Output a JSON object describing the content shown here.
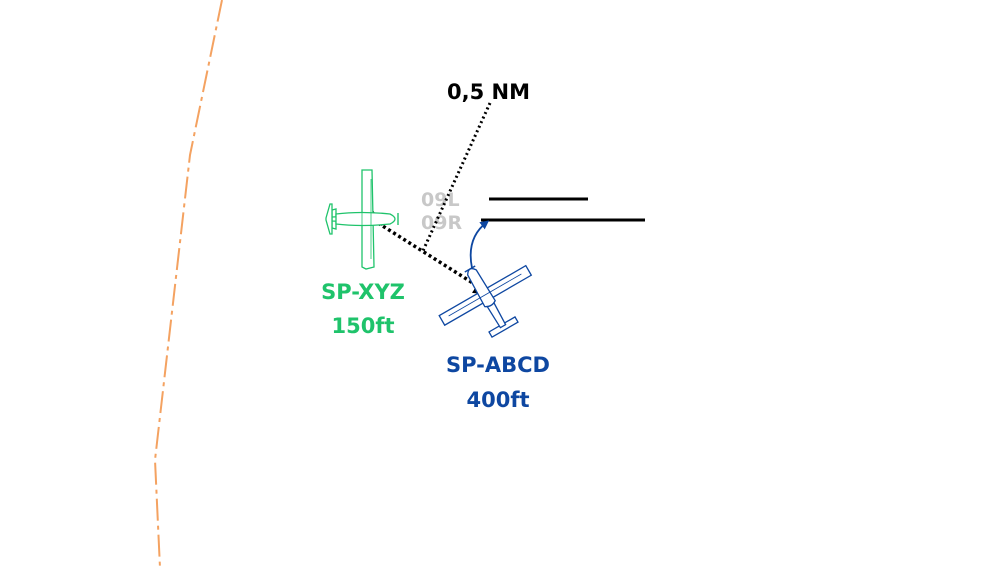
{
  "distance": {
    "label": "0,5 NM",
    "color": "#000000"
  },
  "runways": {
    "left": {
      "label": "09L"
    },
    "right": {
      "label": "09R"
    },
    "label_color": "#c8c8c8",
    "line_color": "#000000"
  },
  "aircraft": [
    {
      "callsign": "SP-XYZ",
      "altitude": "150ft",
      "color": "#1fc36b",
      "icon": "airplane-icon"
    },
    {
      "callsign": "SP-ABCD",
      "altitude": "400ft",
      "color": "#0e47a1",
      "icon": "airplane-icon"
    }
  ],
  "boundary": {
    "color": "#f4a261",
    "style": "dashed"
  },
  "turn_arrow": {
    "color": "#0e47a1",
    "icon": "curved-arrow-icon"
  }
}
